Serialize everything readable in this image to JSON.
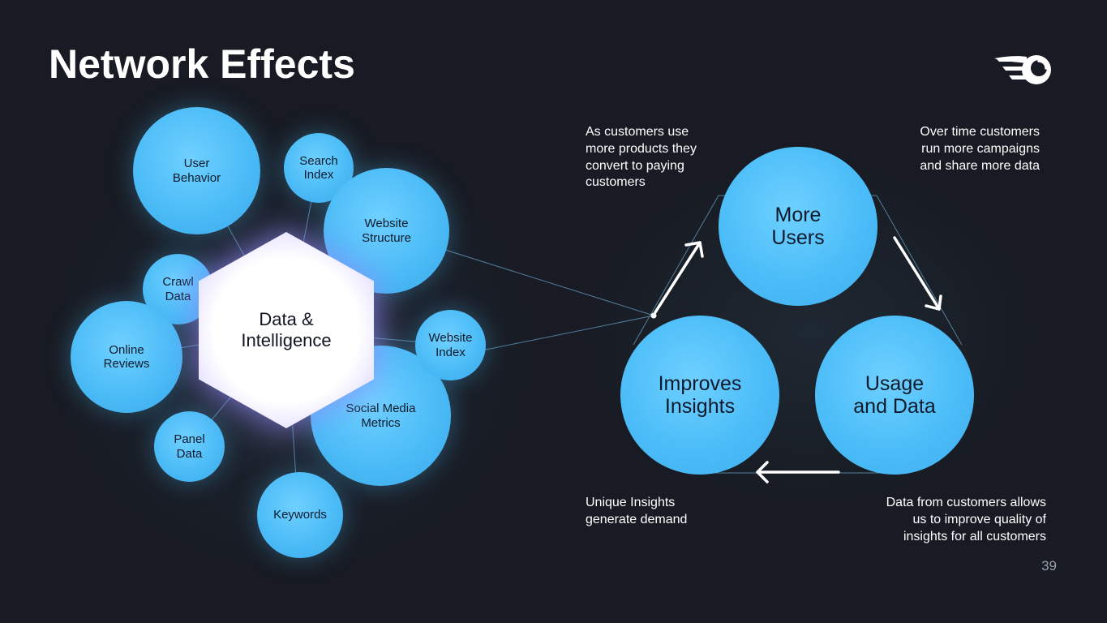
{
  "slide": {
    "title": "Network Effects",
    "page_number": "39",
    "logo_icon": "semrush-logo-icon"
  },
  "hub": {
    "label": "Data &\nIntelligence"
  },
  "data_sources": [
    {
      "id": "user-behavior",
      "label": "User\nBehavior"
    },
    {
      "id": "search-index",
      "label": "Search\nIndex"
    },
    {
      "id": "website-structure",
      "label": "Website\nStructure"
    },
    {
      "id": "crawl-data",
      "label": "Crawl\nData"
    },
    {
      "id": "online-reviews",
      "label": "Online\nReviews"
    },
    {
      "id": "website-index",
      "label": "Website\nIndex"
    },
    {
      "id": "social-media-metrics",
      "label": "Social Media\nMetrics"
    },
    {
      "id": "panel-data",
      "label": "Panel\nData"
    },
    {
      "id": "keywords",
      "label": "Keywords"
    }
  ],
  "cycle": {
    "nodes": [
      {
        "id": "more-users",
        "label": "More\nUsers"
      },
      {
        "id": "usage-and-data",
        "label": "Usage\nand Data"
      },
      {
        "id": "improves-insights",
        "label": "Improves\nInsights"
      }
    ],
    "notes": {
      "top_left": "As customers use\nmore products they\nconvert to paying\ncustomers",
      "top_right": "Over time customers\nrun more campaigns\nand share more data",
      "bottom_left": "Unique Insights\ngenerate demand",
      "bottom_right": "Data from customers allows\nus to improve quality of\ninsights for all customers"
    }
  },
  "colors": {
    "background": "#181b23",
    "bubble": "#4cbcf7",
    "hub_glow": "#b9b1ff",
    "connector": "#5d8fb0",
    "text_light": "#ffffff",
    "page_number": "#9aa0ab"
  }
}
